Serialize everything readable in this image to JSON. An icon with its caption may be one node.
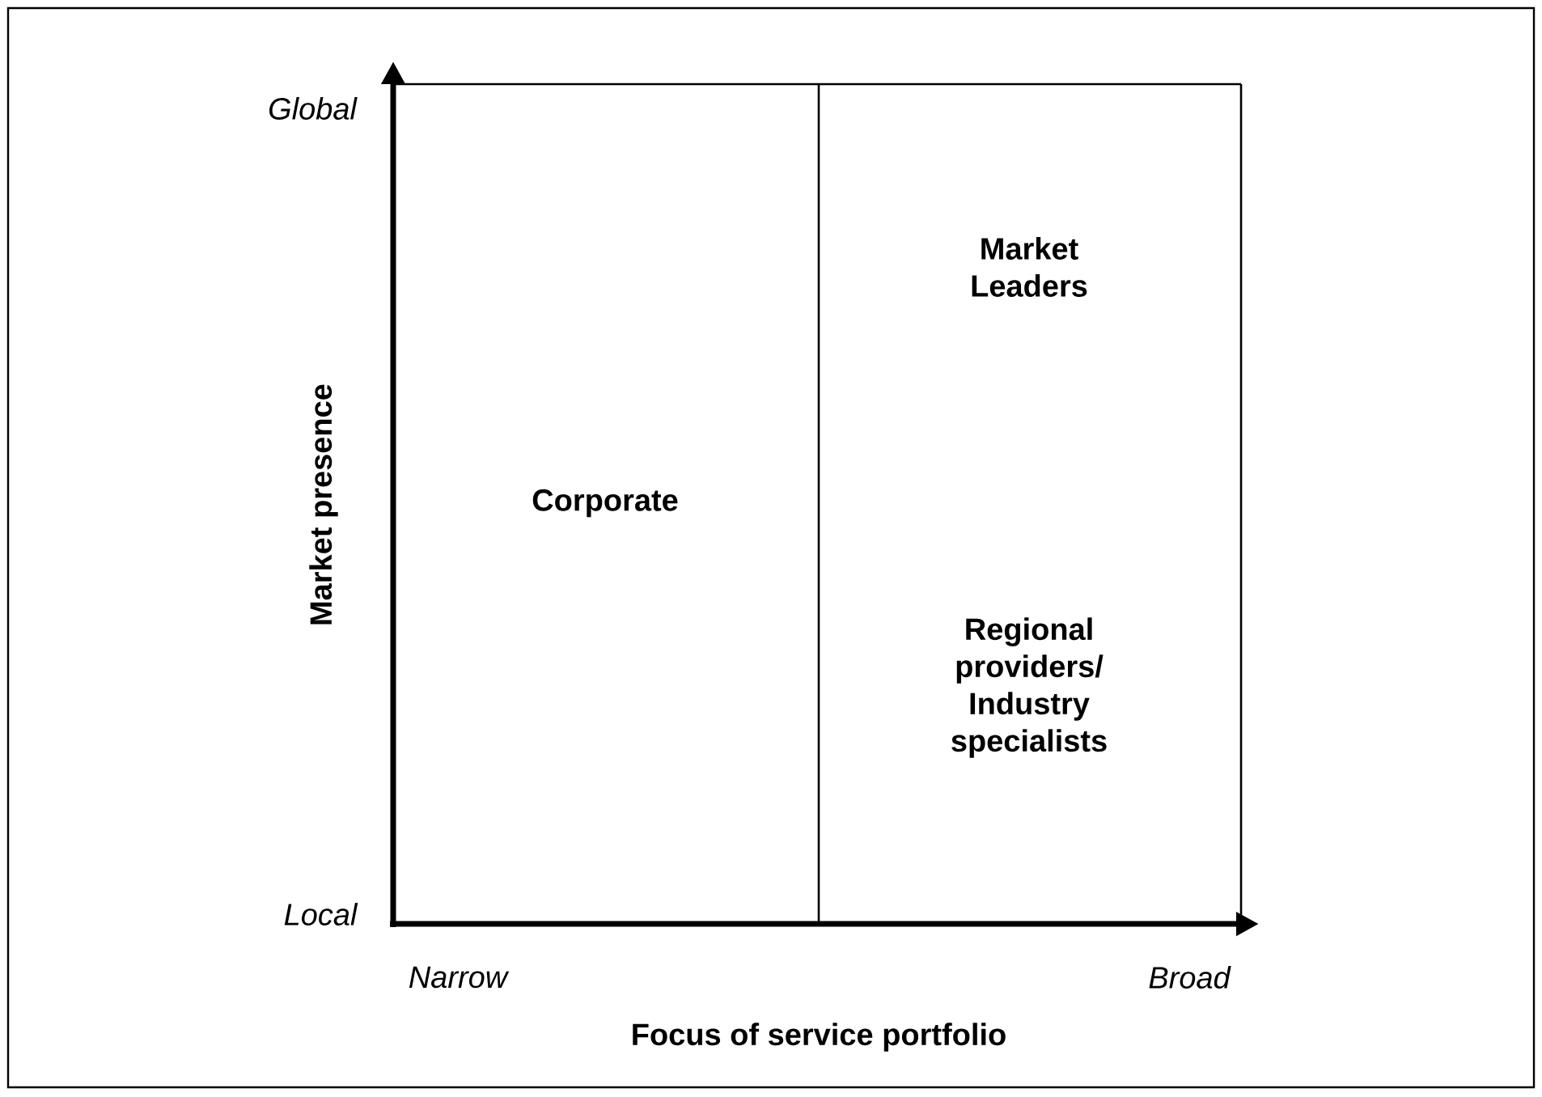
{
  "diagram": {
    "nodes": [
      {
        "text": [
          "Corporate"
        ]
      },
      {
        "text": [
          "Market Leaders"
        ]
      },
      {
        "text": [
          "Regional providers/ Industry specialists"
        ]
      }
    ],
    "edges": [],
    "labels": [
      "Global",
      "Local",
      "Narrow",
      "Broad",
      "Market presence",
      "Focus of service portfolio"
    ]
  }
}
